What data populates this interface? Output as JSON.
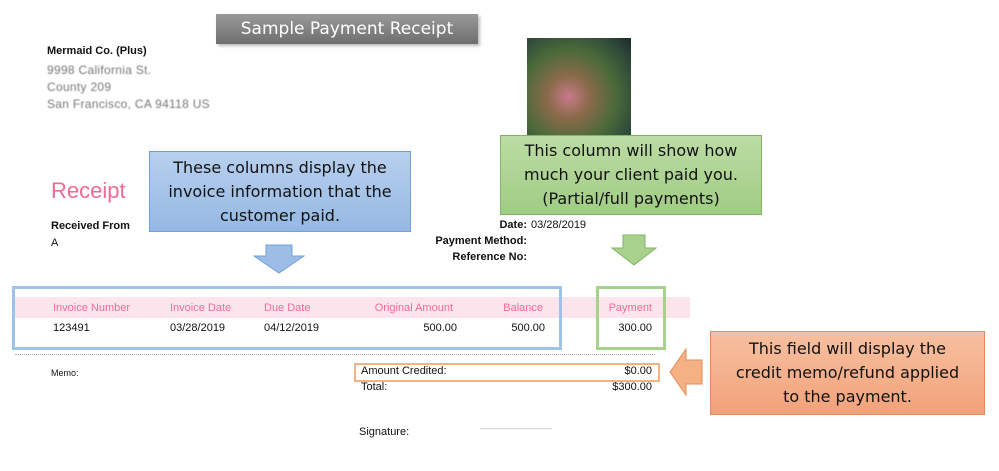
{
  "banner": "Sample Payment Receipt",
  "company": {
    "name": "Mermaid Co. (Plus)",
    "address": [
      "9998 California St.",
      "County 209",
      "San Francisco, CA 94118 US"
    ]
  },
  "receipt_title": "Receipt",
  "received_from": {
    "label": "Received From",
    "value": "A"
  },
  "meta": {
    "date_label": "Date:",
    "date": "03/28/2019",
    "payment_method_label": "Payment Method:",
    "reference_label": "Reference No:"
  },
  "table": {
    "headers": [
      "Invoice Number",
      "Invoice Date",
      "Due Date",
      "Original Amount",
      "Balance",
      "Payment"
    ],
    "rows": [
      [
        "123491",
        "03/28/2019",
        "04/12/2019",
        "500.00",
        "500.00",
        "300.00"
      ]
    ]
  },
  "memo_label": "Memo:",
  "totals": {
    "credited_label": "Amount Credited:",
    "credited": "$0.00",
    "total_label": "Total:",
    "total": "$300.00"
  },
  "signature_label": "Signature:",
  "signature_line": "---------------------------",
  "callouts": {
    "blue": "These columns display the\ninvoice information that the\ncustomer paid.",
    "green": "This column will show how\nmuch your client paid you.\n(Partial/full payments)",
    "orange": "This field will display the\ncredit memo/refund applied\nto the payment."
  },
  "colors": {
    "pink": "#f06b92",
    "blue": "#6fa0d8",
    "green": "#a9d18e",
    "orange": "#f4b183"
  }
}
